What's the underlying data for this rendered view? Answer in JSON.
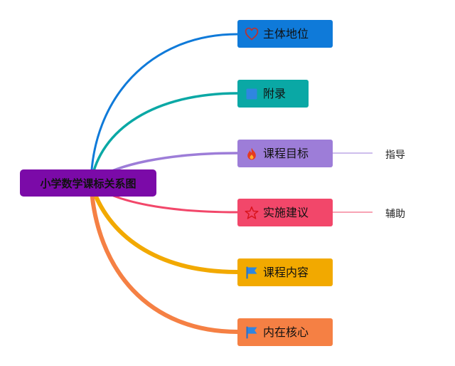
{
  "root": {
    "label": "小学数学课标关系图",
    "color": "#7b0aa8"
  },
  "branches": [
    {
      "label": "主体地位",
      "color": "#0f7ad9",
      "icon": "heart-icon"
    },
    {
      "label": "附录",
      "color": "#0aa8a5",
      "icon": "blue-square-icon"
    },
    {
      "label": "课程目标",
      "color": "#9d7dd8",
      "icon": "fire-icon"
    },
    {
      "label": "实施建议",
      "color": "#f2476a",
      "icon": "star-icon"
    },
    {
      "label": "课程内容",
      "color": "#f2a900",
      "icon": "flag-icon"
    },
    {
      "label": "内在核心",
      "color": "#f58044",
      "icon": "flag-icon"
    }
  ],
  "side_labels": [
    {
      "text": "指导",
      "color": "#9d7dd8"
    },
    {
      "text": "辅助",
      "color": "#f2476a"
    }
  ]
}
